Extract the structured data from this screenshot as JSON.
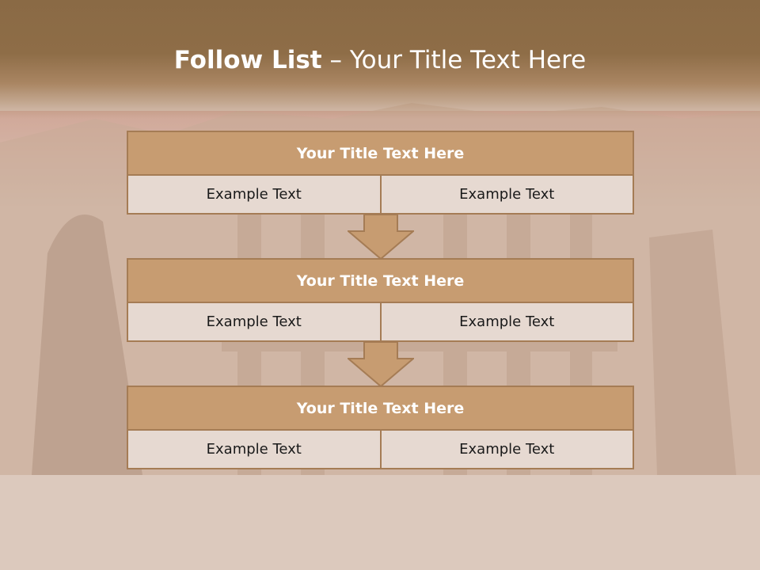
{
  "slide": {
    "title_bold": "Follow List",
    "title_rest": " – Your Title Text Here"
  },
  "steps": [
    {
      "title": "Your Title Text Here",
      "left": "Example Text",
      "right": "Example Text"
    },
    {
      "title": "Your Title Text Here",
      "left": "Example Text",
      "right": "Example Text"
    },
    {
      "title": "Your Title Text Here",
      "left": "Example Text",
      "right": "Example Text"
    }
  ],
  "colors": {
    "header": "#8e6d47",
    "box_title": "#c79c71",
    "box_border": "#a57c55",
    "box_cell": "#e6d9d1",
    "arrow": "#c79c71"
  },
  "icons": [
    "down-arrow-icon"
  ]
}
